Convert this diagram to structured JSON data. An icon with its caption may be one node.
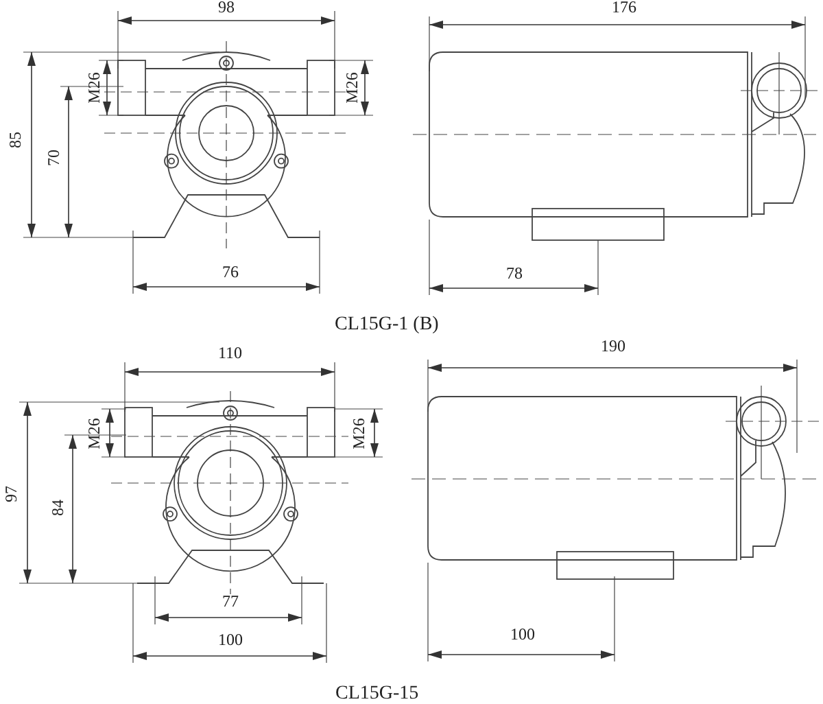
{
  "diagram": {
    "labels": [
      "98",
      "176",
      "M26",
      "M26",
      "85",
      "70",
      "76",
      "78",
      "CL15G-1 (B)",
      "110",
      "190",
      "M26",
      "M26",
      "97",
      "84",
      "77",
      "100",
      "100",
      "CL15G-15"
    ]
  }
}
